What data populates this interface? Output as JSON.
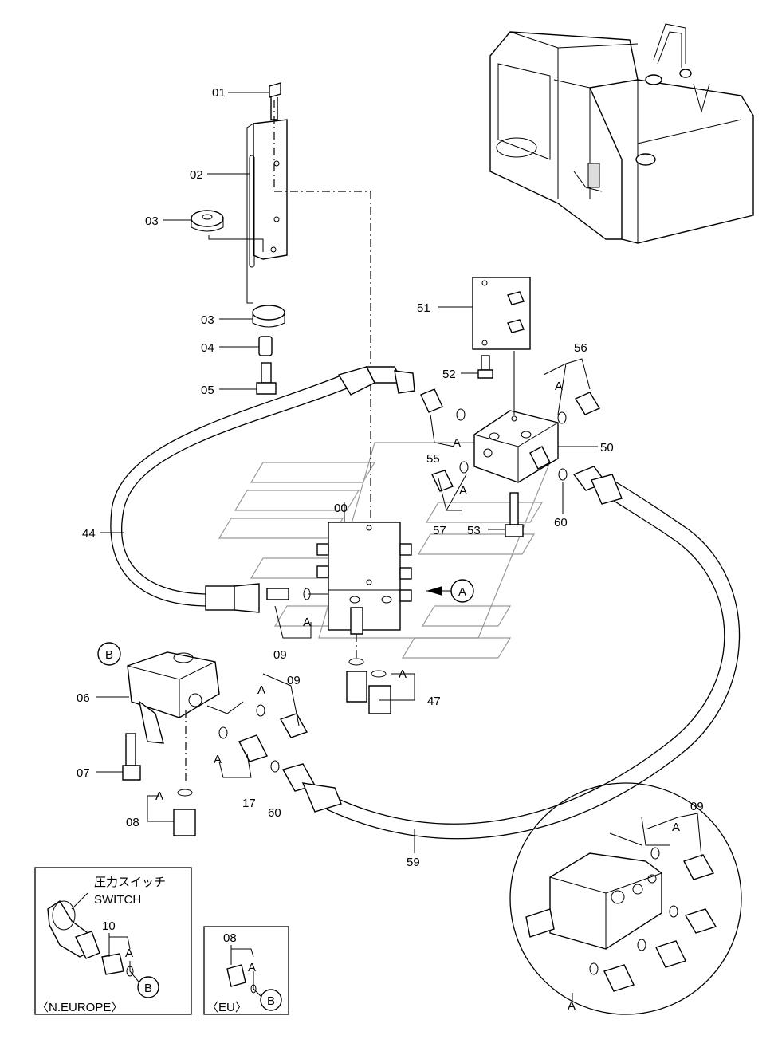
{
  "labels": {
    "p01": "01",
    "p02": "02",
    "p03a": "03",
    "p03b": "03",
    "p04": "04",
    "p05": "05",
    "p51": "51",
    "p52": "52",
    "p56": "56",
    "p50": "50",
    "p55": "55",
    "p53": "53",
    "p57": "57",
    "p60a": "60",
    "p44": "44",
    "p00": "00",
    "p09a": "09",
    "p06": "06",
    "p09b": "09",
    "p47": "47",
    "p07": "07",
    "p17": "17",
    "p60b": "60",
    "p08": "08",
    "p59": "59",
    "p09c": "09",
    "p10": "10",
    "p08b": "08"
  },
  "callouts": {
    "a_circle": "A",
    "b_circle": "B",
    "b_circle_ne": "B",
    "b_circle_eu": "B",
    "a_letter": "A",
    "detail_a": "A"
  },
  "inset_ne": {
    "jp": "圧力スイッチ",
    "en": "SWITCH",
    "caption": "〈N.EUROPE〉"
  },
  "inset_eu": {
    "caption": "〈EU〉"
  }
}
